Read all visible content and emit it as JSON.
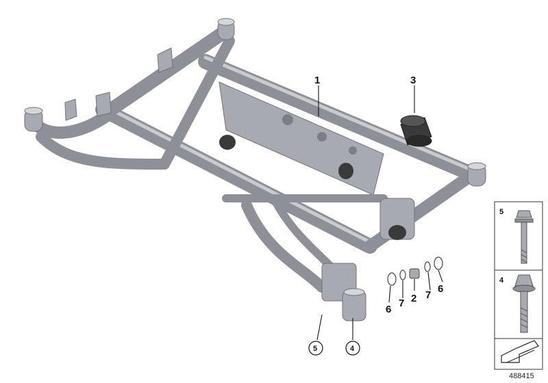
{
  "diagram": {
    "callouts": {
      "c1": "1",
      "c3": "3",
      "c2": "2",
      "c6a": "6",
      "c7a": "7",
      "c7b": "7",
      "c6b": "6",
      "c5": "5",
      "c4": "4"
    },
    "side_panel": {
      "item_5_label": "5",
      "item_4_label": "4"
    },
    "document_id": "488415",
    "icons": [
      "rear-axle-subframe",
      "rubber-mount",
      "bush",
      "washer",
      "bolt",
      "flange-bolt",
      "arrow-symbol"
    ],
    "colors": {
      "metal": "#a7aab0",
      "metal_dark": "#8d9096",
      "rubber": "#3a3a3c"
    }
  }
}
